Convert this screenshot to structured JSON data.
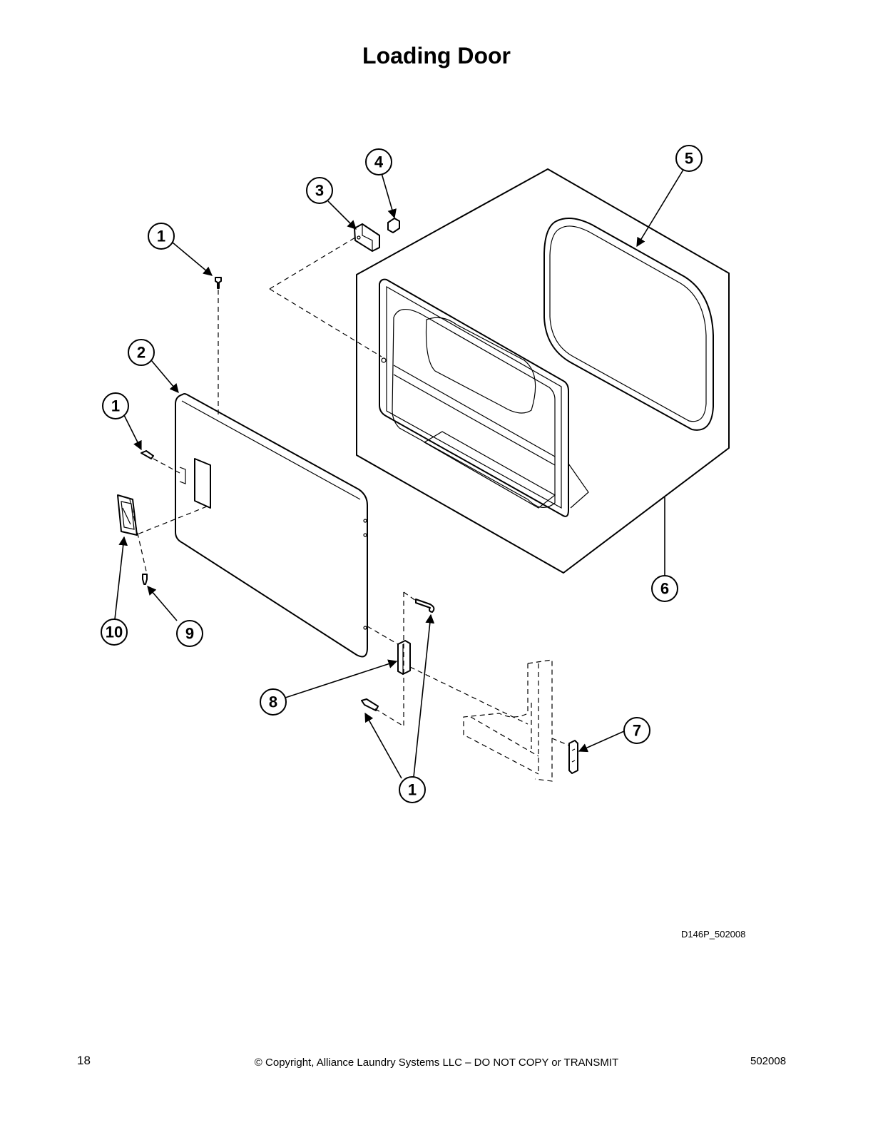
{
  "title": "Loading Door",
  "callouts": {
    "c1a": "1",
    "c1b": "1",
    "c1c": "1",
    "c2": "2",
    "c3": "3",
    "c4": "4",
    "c5": "5",
    "c6": "6",
    "c7": "7",
    "c8": "8",
    "c9": "9",
    "c10": "10"
  },
  "figure_ref": "D146P_502008",
  "footer": {
    "page_number": "18",
    "copyright": "© Copyright, Alliance Laundry Systems LLC – DO NOT COPY or TRANSMIT",
    "doc_number": "502008"
  }
}
